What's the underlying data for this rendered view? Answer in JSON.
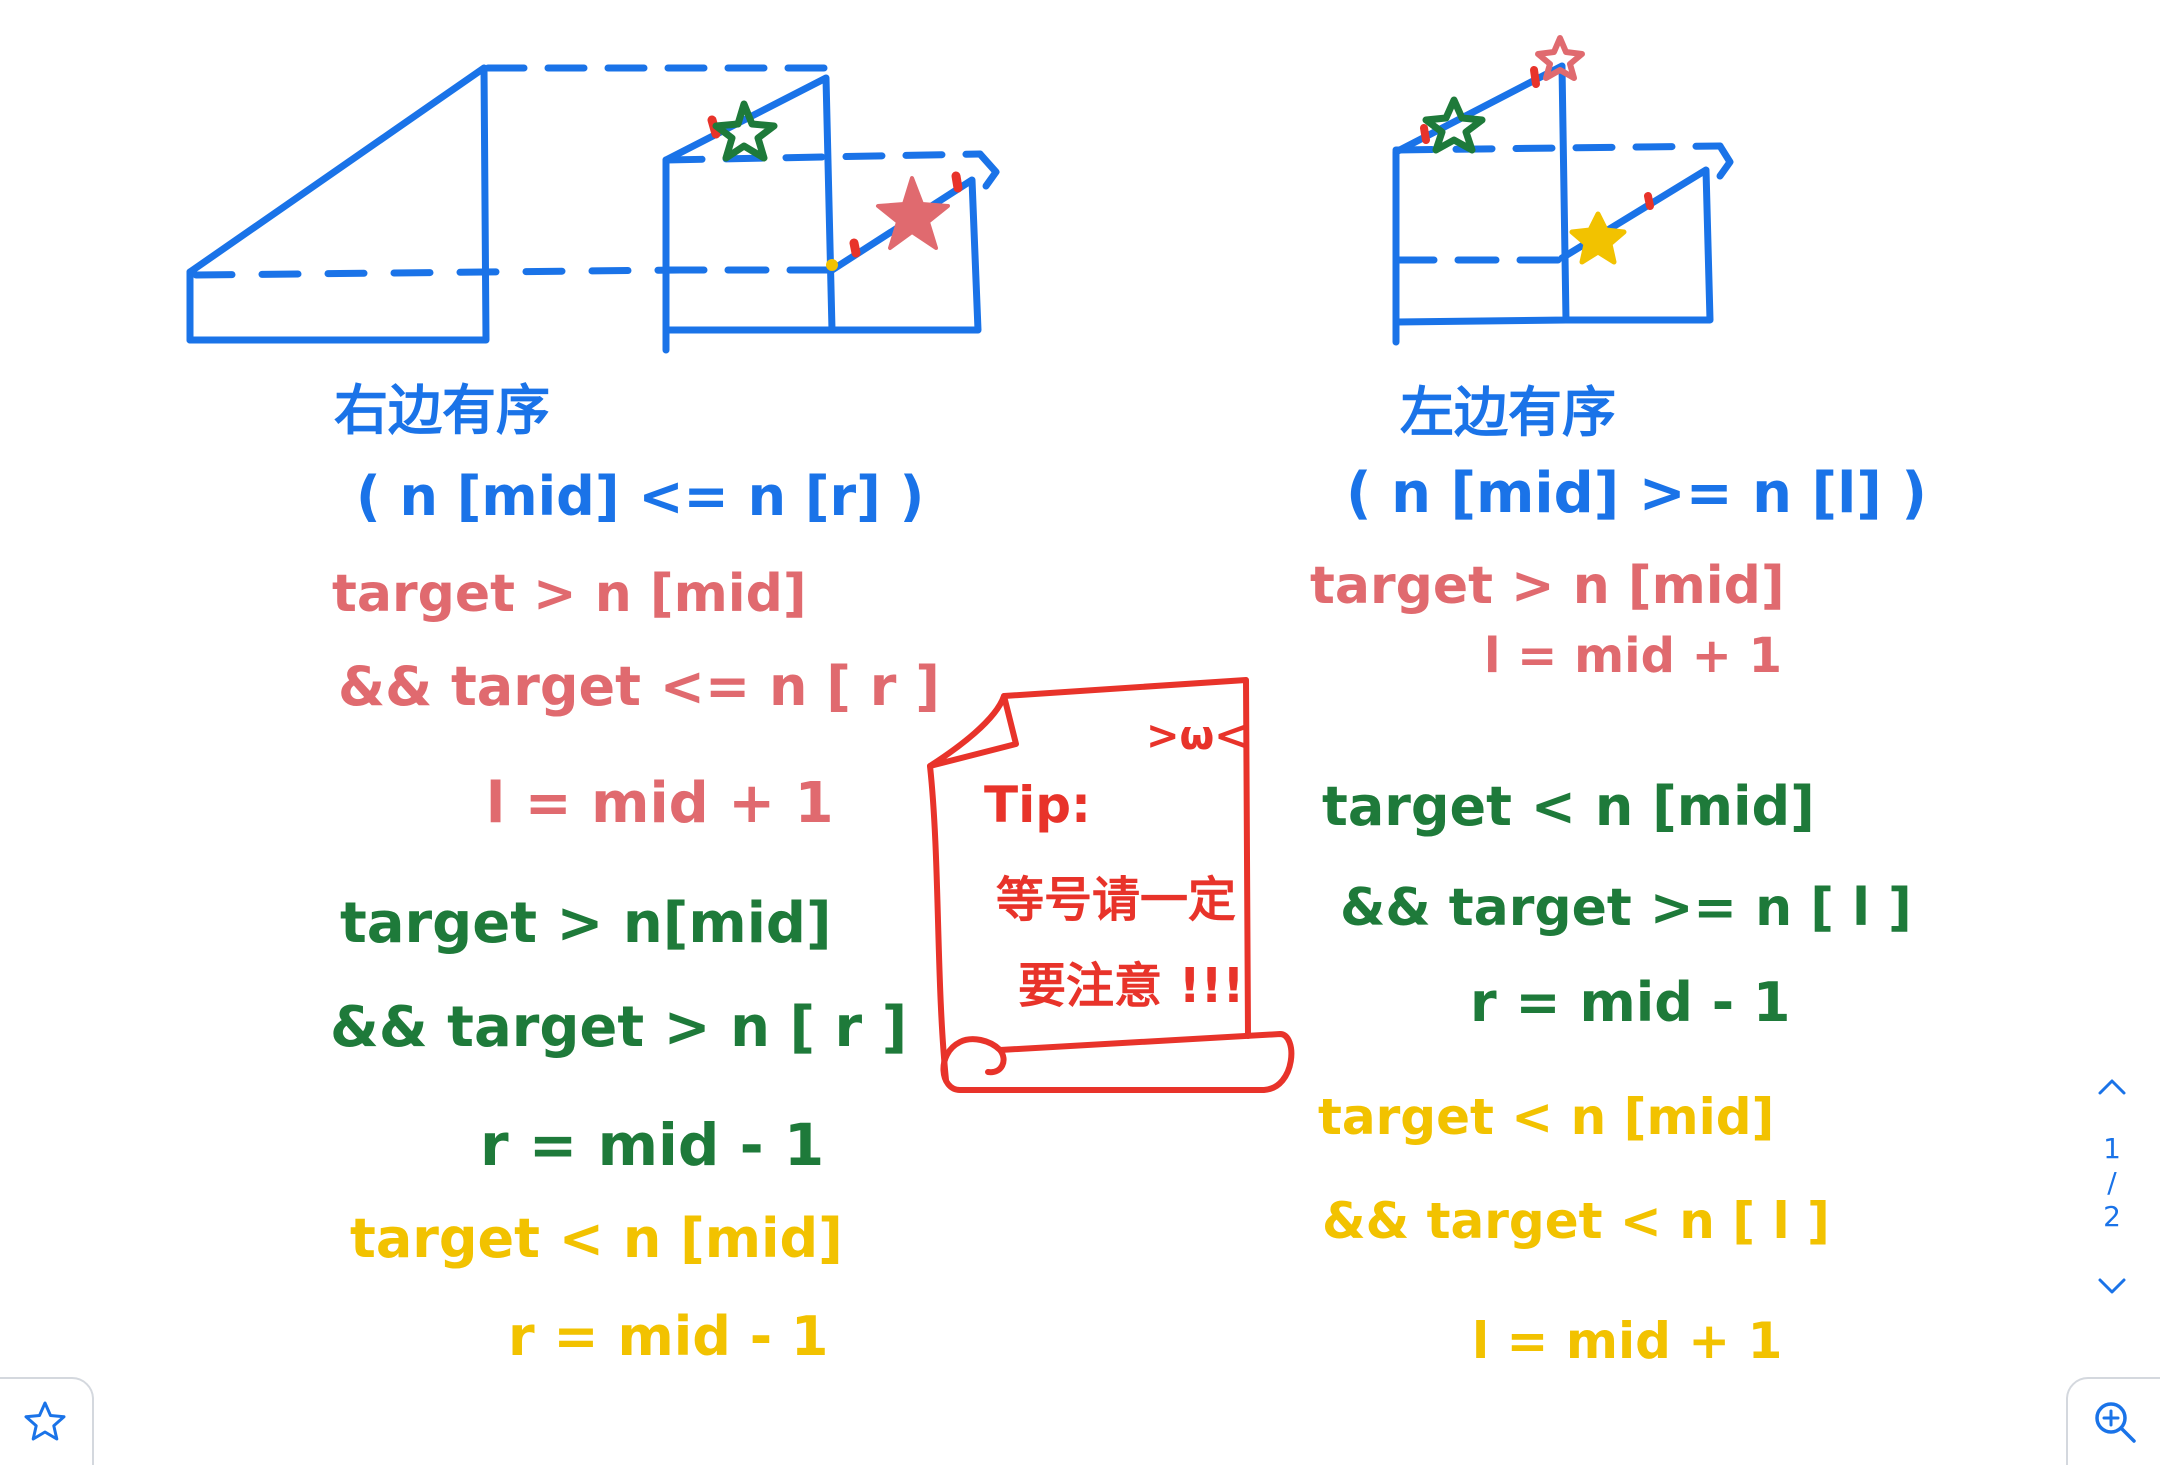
{
  "left_panel": {
    "heading": "右边有序",
    "condition": "( n [mid] <= n [r] )",
    "case1_line1": "target > n [mid]",
    "case1_line2": "&& target <= n [ r ]",
    "case1_result": "l = mid + 1",
    "case2_line1": "target > n[mid]",
    "case2_line2": "&& target > n [ r ]",
    "case2_result": "r = mid - 1",
    "case3_line1": "target < n [mid]",
    "case3_result": "r = mid - 1"
  },
  "right_panel": {
    "heading": "左边有序",
    "condition": "( n [mid] >= n [l] )",
    "case1_line1": "target > n [mid]",
    "case1_result": "l = mid + 1",
    "case2_line1": "target < n [mid]",
    "case2_line2": "&& target >= n [ l ]",
    "case2_result": "r = mid - 1",
    "case3_line1": "target < n [mid]",
    "case3_line2": "&& target < n [ l ]",
    "case3_result": "l = mid + 1"
  },
  "tip_scroll": {
    "face": ">ω<",
    "title": "Tip:",
    "line1": "等号请一定",
    "line2": "要注意 !!!"
  },
  "pager": {
    "current": "1",
    "separator": "/",
    "total": "2"
  },
  "icons": {
    "prev": "chevron-up-icon",
    "next": "chevron-down-icon",
    "favorite": "star-outline-icon",
    "zoom": "zoom-in-icon"
  },
  "colors": {
    "blue": "#1a73e8",
    "pink": "#e06a6f",
    "green": "#1e7a3a",
    "yellow": "#f2c200",
    "red": "#e8332a"
  }
}
